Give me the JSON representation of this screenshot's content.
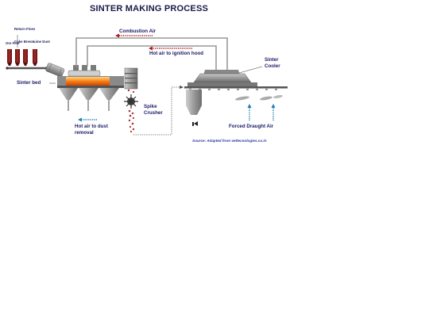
{
  "title": "SINTER MAKING PROCESS",
  "labels": {
    "return_fines": "Return Fines",
    "coke_breeze": "Coke Breeze",
    "lime_dust": "Lime Dust",
    "ore_fine": "Ore Fine",
    "sinter_bed": "Sinter bed",
    "combustion_air": "Combustion Air",
    "hot_air_ignition": "Hot air to ignition hood",
    "sinter_cooler": "Sinter Cooler",
    "spike_crusher": "Spike Crusher",
    "hot_air_dust": "Hot air to dust removal",
    "forced_draught": "Forced Draught Air",
    "source": "Source: Adapted from vettecnologies.co.in"
  },
  "colors": {
    "label": "#1a1a66",
    "red_arrow": "#b01818",
    "blue_arrow": "#1a7fb0",
    "bin": "#8b1a1a",
    "steel": "#8a8a8a",
    "fire": "#f07a18"
  }
}
